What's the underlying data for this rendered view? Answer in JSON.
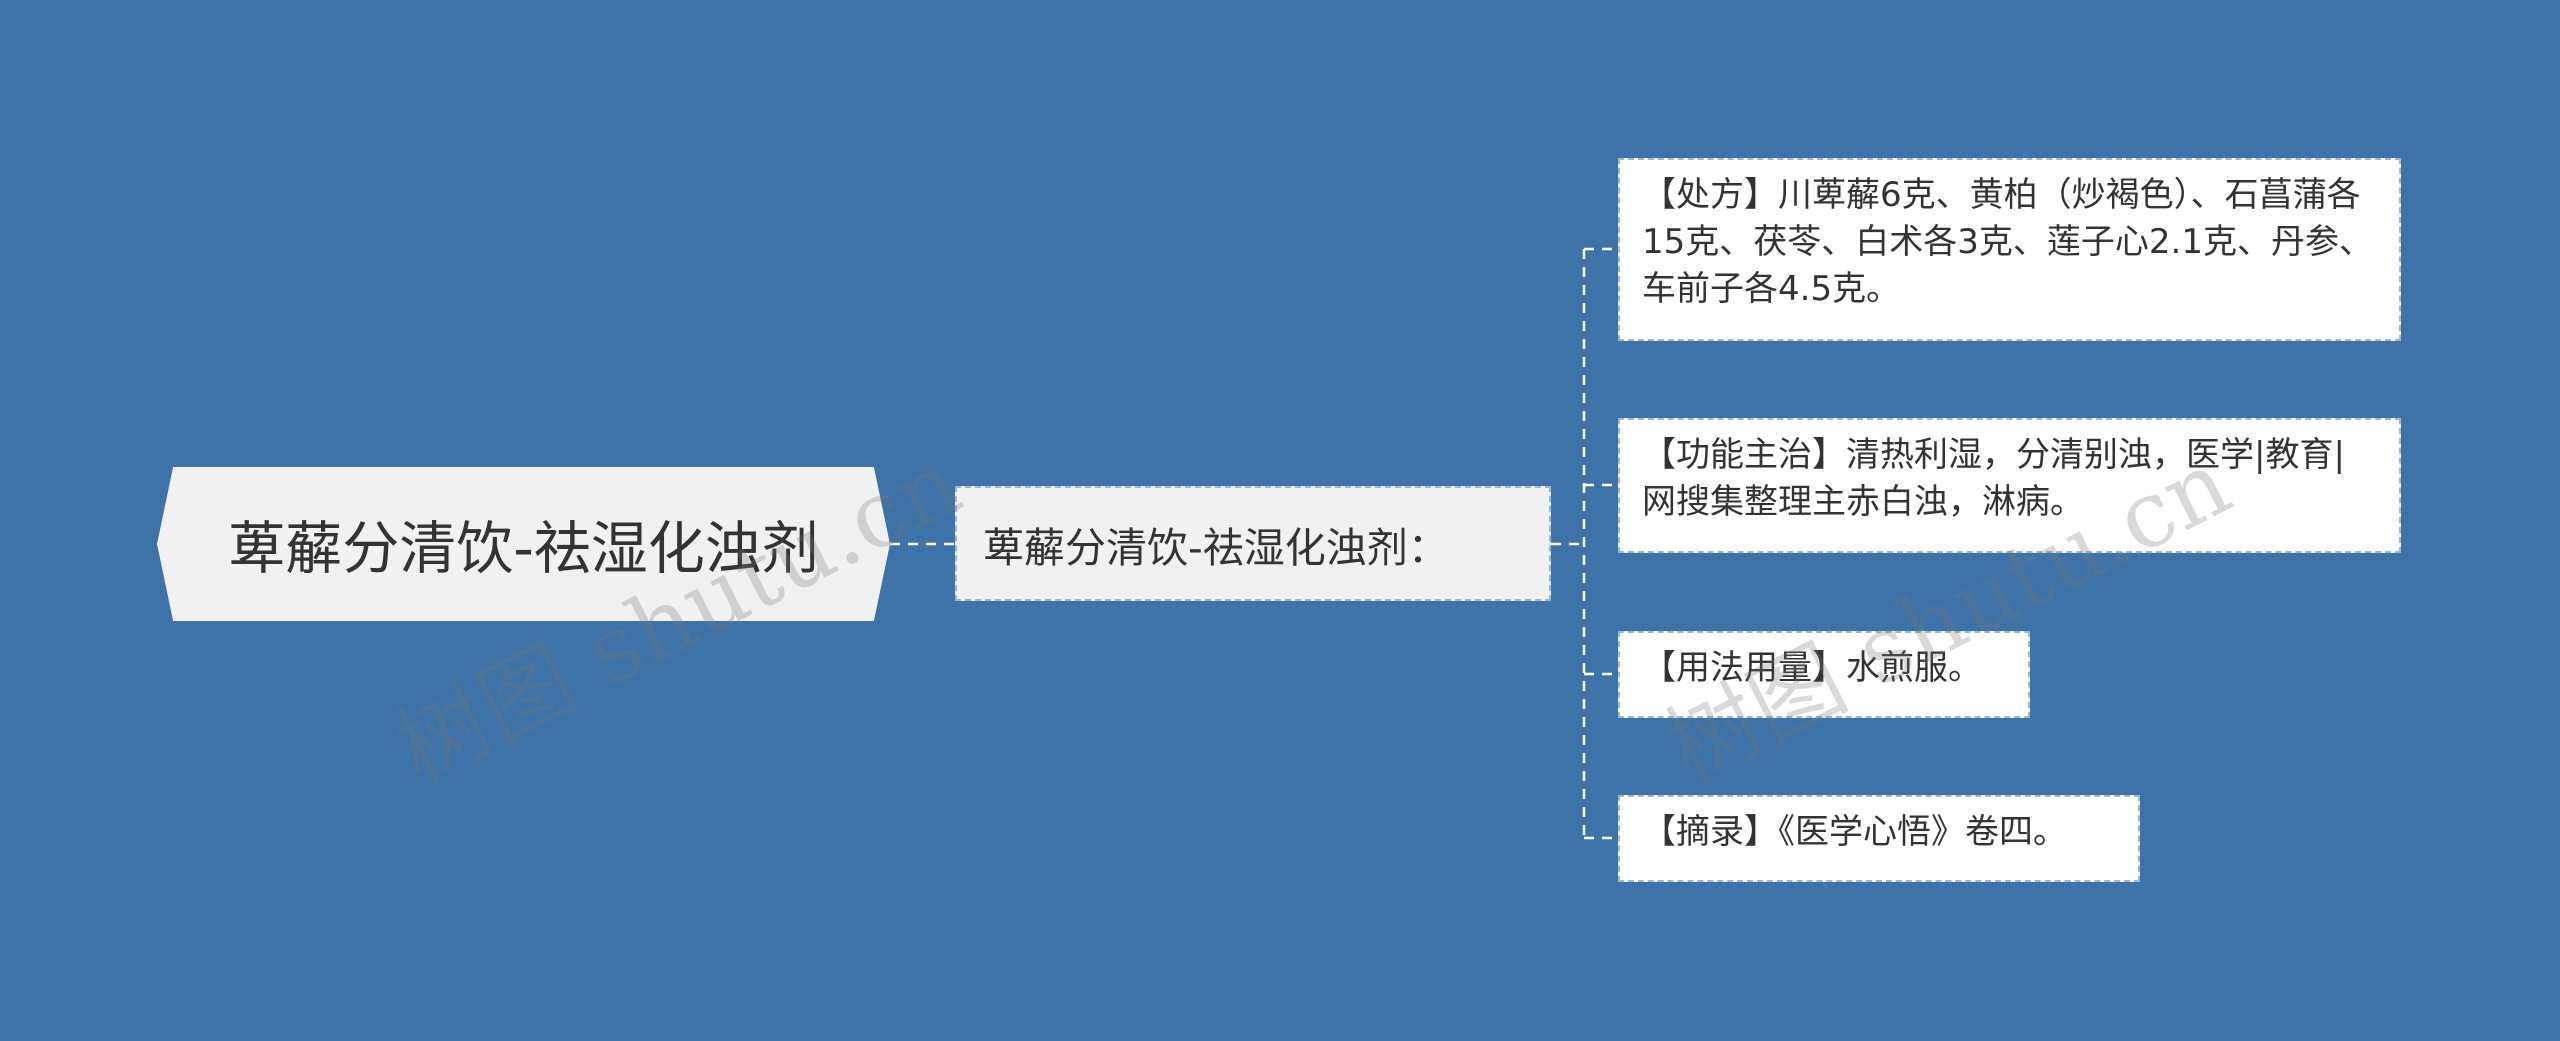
{
  "root": {
    "label": "萆薢分清饮-祛湿化浊剂"
  },
  "mid": {
    "label": "萆薢分清饮-祛湿化浊剂："
  },
  "leaves": [
    {
      "text": "【处方】川萆薢6克、黄柏（炒褐色）、石菖蒲各15克、茯苓、白术各3克、莲子心2.1克、丹参、车前子各4.5克。"
    },
    {
      "text": "【功能主治】清热利湿，分清别浊，医学|教育|网搜集整理主赤白浊，淋病。"
    },
    {
      "text": "【用法用量】水煎服。"
    },
    {
      "text": "【摘录】《医学心悟》卷四。"
    }
  ],
  "watermark": {
    "text": "树图 shutu.cn"
  },
  "colors": {
    "background": "#3d73a8",
    "node_fill": "#f1f1f1",
    "leaf_fill": "#ffffff",
    "connector": "#ffffff",
    "border_dash": "#9db7d2",
    "text": "#333333"
  }
}
